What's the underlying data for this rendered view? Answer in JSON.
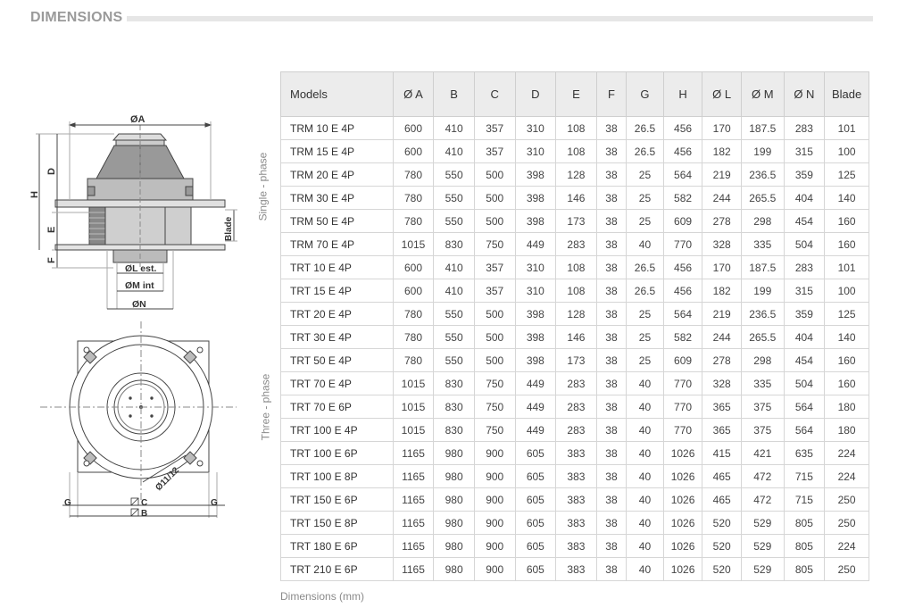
{
  "section": {
    "title": "DIMENSIONS"
  },
  "drawing_labels": {
    "dim_a": "ØA",
    "dim_d": "D",
    "dim_h": "H",
    "dim_e": "E",
    "dim_f": "F",
    "blade": "Blade",
    "l_est": "ØL est.",
    "m_int": "ØM int",
    "dim_n": "ØN",
    "dim_g_left": "G",
    "dim_g_right": "G",
    "dim_c": "C",
    "dim_b": "B",
    "hole": "Ø11/12"
  },
  "phase_labels": {
    "single": "Single - phase",
    "three": "Three - phase"
  },
  "table": {
    "headers": [
      "Models",
      "Ø A",
      "B",
      "C",
      "D",
      "E",
      "F",
      "G",
      "H",
      "Ø L",
      "Ø M",
      "Ø N",
      "Blade"
    ],
    "rows": [
      [
        "TRM 10 E 4P",
        "600",
        "410",
        "357",
        "310",
        "108",
        "38",
        "26.5",
        "456",
        "170",
        "187.5",
        "283",
        "101"
      ],
      [
        "TRM 15 E 4P",
        "600",
        "410",
        "357",
        "310",
        "108",
        "38",
        "26.5",
        "456",
        "182",
        "199",
        "315",
        "100"
      ],
      [
        "TRM 20 E 4P",
        "780",
        "550",
        "500",
        "398",
        "128",
        "38",
        "25",
        "564",
        "219",
        "236.5",
        "359",
        "125"
      ],
      [
        "TRM 30 E 4P",
        "780",
        "550",
        "500",
        "398",
        "146",
        "38",
        "25",
        "582",
        "244",
        "265.5",
        "404",
        "140"
      ],
      [
        "TRM 50 E 4P",
        "780",
        "550",
        "500",
        "398",
        "173",
        "38",
        "25",
        "609",
        "278",
        "298",
        "454",
        "160"
      ],
      [
        "TRM 70 E 4P",
        "1015",
        "830",
        "750",
        "449",
        "283",
        "38",
        "40",
        "770",
        "328",
        "335",
        "504",
        "160"
      ],
      [
        "TRT 10 E 4P",
        "600",
        "410",
        "357",
        "310",
        "108",
        "38",
        "26.5",
        "456",
        "170",
        "187.5",
        "283",
        "101"
      ],
      [
        "TRT 15 E 4P",
        "600",
        "410",
        "357",
        "310",
        "108",
        "38",
        "26.5",
        "456",
        "182",
        "199",
        "315",
        "100"
      ],
      [
        "TRT 20 E 4P",
        "780",
        "550",
        "500",
        "398",
        "128",
        "38",
        "25",
        "564",
        "219",
        "236.5",
        "359",
        "125"
      ],
      [
        "TRT 30 E 4P",
        "780",
        "550",
        "500",
        "398",
        "146",
        "38",
        "25",
        "582",
        "244",
        "265.5",
        "404",
        "140"
      ],
      [
        "TRT 50 E 4P",
        "780",
        "550",
        "500",
        "398",
        "173",
        "38",
        "25",
        "609",
        "278",
        "298",
        "454",
        "160"
      ],
      [
        "TRT 70 E 4P",
        "1015",
        "830",
        "750",
        "449",
        "283",
        "38",
        "40",
        "770",
        "328",
        "335",
        "504",
        "160"
      ],
      [
        "TRT 70 E 6P",
        "1015",
        "830",
        "750",
        "449",
        "283",
        "38",
        "40",
        "770",
        "365",
        "375",
        "564",
        "180"
      ],
      [
        "TRT 100 E 4P",
        "1015",
        "830",
        "750",
        "449",
        "283",
        "38",
        "40",
        "770",
        "365",
        "375",
        "564",
        "180"
      ],
      [
        "TRT 100 E 6P",
        "1165",
        "980",
        "900",
        "605",
        "383",
        "38",
        "40",
        "1026",
        "415",
        "421",
        "635",
        "224"
      ],
      [
        "TRT 100 E 8P",
        "1165",
        "980",
        "900",
        "605",
        "383",
        "38",
        "40",
        "1026",
        "465",
        "472",
        "715",
        "224"
      ],
      [
        "TRT 150 E 6P",
        "1165",
        "980",
        "900",
        "605",
        "383",
        "38",
        "40",
        "1026",
        "465",
        "472",
        "715",
        "250"
      ],
      [
        "TRT 150 E 8P",
        "1165",
        "980",
        "900",
        "605",
        "383",
        "38",
        "40",
        "1026",
        "520",
        "529",
        "805",
        "250"
      ],
      [
        "TRT 180 E 6P",
        "1165",
        "980",
        "900",
        "605",
        "383",
        "38",
        "40",
        "1026",
        "520",
        "529",
        "805",
        "224"
      ],
      [
        "TRT 210 E 6P",
        "1165",
        "980",
        "900",
        "605",
        "383",
        "38",
        "40",
        "1026",
        "520",
        "529",
        "805",
        "250"
      ]
    ]
  },
  "footnote": "Dimensions (mm)"
}
